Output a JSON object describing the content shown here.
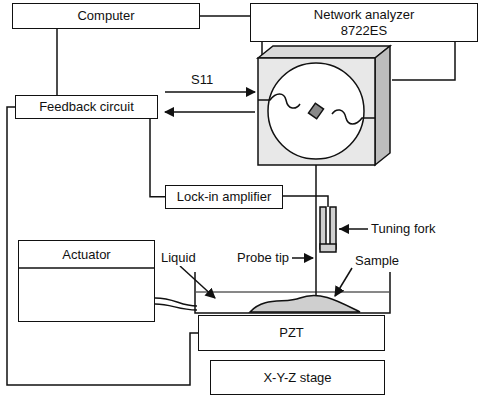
{
  "diagram": {
    "nodes": [
      {
        "text": [
          "Computer"
        ]
      },
      {
        "text": [
          "Network analyzer 8722ES"
        ]
      },
      {
        "text": [
          "Feedback circuit"
        ]
      },
      {
        "text": [
          "Lock-in amplifier"
        ]
      },
      {
        "text": [
          "Actuator"
        ]
      },
      {
        "text": [
          "PZT"
        ]
      },
      {
        "text": [
          "X-Y-Z stage"
        ]
      }
    ],
    "edges": [
      {
        "from": 0,
        "to": 1,
        "arrow": "none"
      },
      {
        "from": 0,
        "to": 2,
        "arrow": "none"
      },
      {
        "from": 2,
        "to": 3,
        "arrow": "none"
      },
      {
        "from": 2,
        "to": 5,
        "arrow": "none"
      }
    ],
    "labels": [
      "S11",
      "Tuning fork",
      "Probe tip",
      "Sample",
      "Liquid"
    ]
  }
}
